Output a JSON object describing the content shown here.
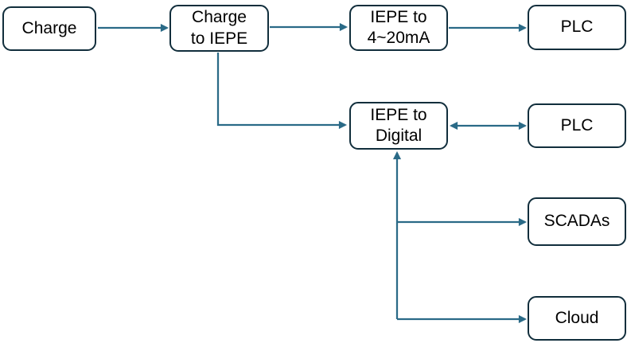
{
  "diagram": {
    "description": "Sensor signal conditioning flowchart",
    "colors": {
      "canvas_bg": "#ffffff",
      "node_border": "#112e3c",
      "node_fill": "#ffffff",
      "node_text": "#000000",
      "connector": "#2a6a87"
    },
    "nodes": {
      "charge": {
        "label": "Charge"
      },
      "charge_to_iepe": {
        "label": "Charge\nto IEPE"
      },
      "iepe_to_420ma": {
        "label": "IEPE to\n4~20mA"
      },
      "plc_top": {
        "label": "PLC"
      },
      "iepe_to_digital": {
        "label": "IEPE to\nDigital"
      },
      "plc_mid": {
        "label": "PLC"
      },
      "scadas": {
        "label": "SCADAs"
      },
      "cloud": {
        "label": "Cloud"
      }
    },
    "edges": [
      {
        "from": "Charge",
        "to": "Charge to IEPE",
        "type": "arrow"
      },
      {
        "from": "Charge to IEPE",
        "to": "IEPE to 4~20mA",
        "type": "arrow"
      },
      {
        "from": "IEPE to 4~20mA",
        "to": "PLC",
        "type": "arrow"
      },
      {
        "from": "Charge to IEPE",
        "to": "IEPE to Digital",
        "type": "elbow-arrow"
      },
      {
        "from": "IEPE to Digital",
        "to": "PLC",
        "type": "double-arrow"
      },
      {
        "from": "branch-trunk",
        "to": "IEPE to Digital",
        "type": "arrow-up"
      },
      {
        "from": "branch-trunk",
        "to": "SCADAs",
        "type": "arrow"
      },
      {
        "from": "branch-trunk",
        "to": "Cloud",
        "type": "arrow"
      }
    ]
  }
}
